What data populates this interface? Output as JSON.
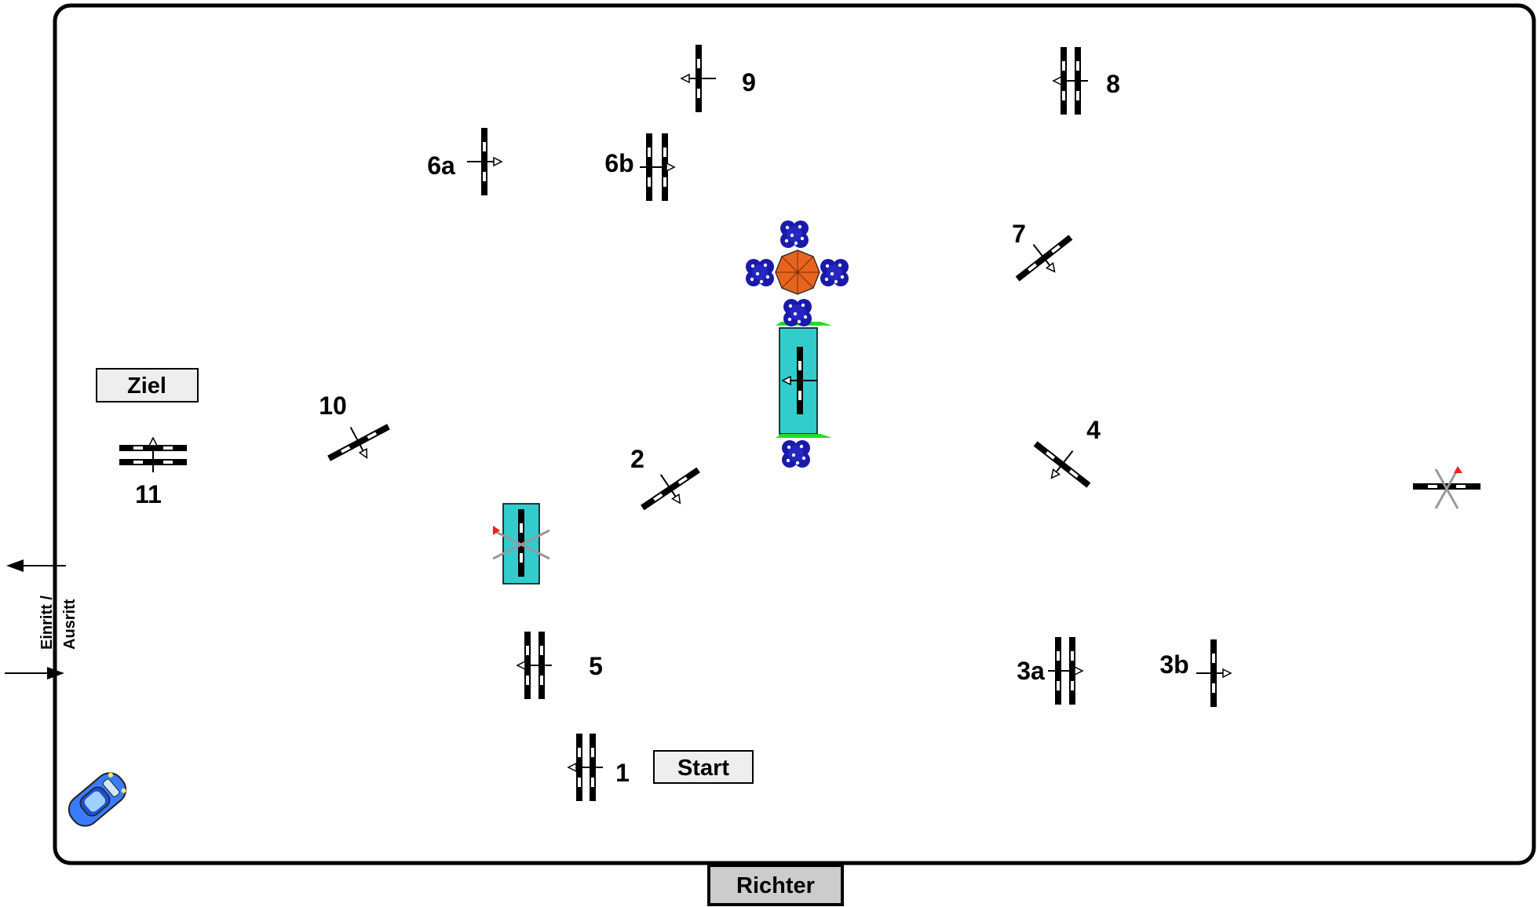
{
  "labels": {
    "ziel": "Ziel",
    "start": "Start",
    "richter": "Richter",
    "einritt": "Einritt /",
    "ausritt": "Ausritt"
  },
  "obstacles": [
    {
      "id": "1",
      "label": "1",
      "type": "oxer",
      "direction": "left"
    },
    {
      "id": "2",
      "label": "2",
      "type": "vertical",
      "direction": "down"
    },
    {
      "id": "3a",
      "label": "3a",
      "type": "oxer",
      "direction": "right"
    },
    {
      "id": "3b",
      "label": "3b",
      "type": "vertical",
      "direction": "right"
    },
    {
      "id": "4",
      "label": "4",
      "type": "vertical",
      "direction": "down-left"
    },
    {
      "id": "5",
      "label": "5",
      "type": "oxer",
      "direction": "left"
    },
    {
      "id": "6a",
      "label": "6a",
      "type": "vertical",
      "direction": "right"
    },
    {
      "id": "6b",
      "label": "6b",
      "type": "oxer",
      "direction": "right"
    },
    {
      "id": "7",
      "label": "7",
      "type": "vertical",
      "direction": "down"
    },
    {
      "id": "8",
      "label": "8",
      "type": "oxer",
      "direction": "left"
    },
    {
      "id": "9",
      "label": "9",
      "type": "vertical",
      "direction": "left"
    },
    {
      "id": "10",
      "label": "10",
      "type": "vertical",
      "direction": "down"
    },
    {
      "id": "11",
      "label": "11",
      "type": "oxer",
      "direction": "up"
    }
  ],
  "colors": {
    "arena_border": "#000000",
    "water": "#33cccc",
    "umbrella": "#e8641e",
    "flowers": "#1a1aaa",
    "label_box": "#eeeeee",
    "richter_box": "#cccccc",
    "flag_red": "#ee2222"
  },
  "icons": {
    "car": "car-icon",
    "umbrella": "umbrella-icon",
    "flowers": "flower-pot-icon"
  }
}
